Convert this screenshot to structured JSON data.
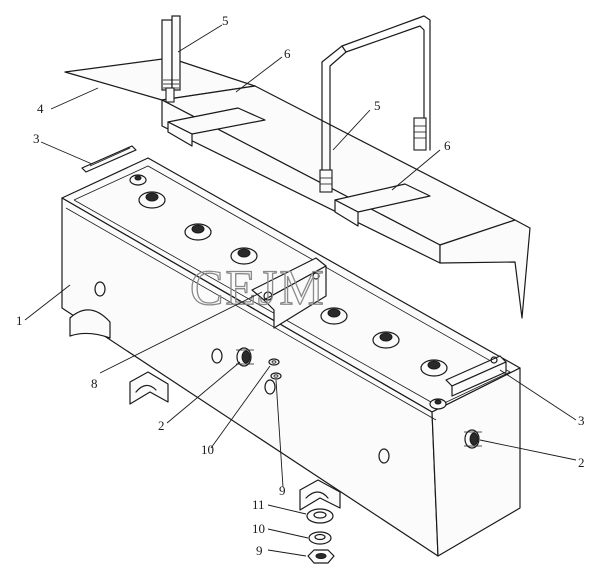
{
  "watermark": "CEJM",
  "callouts": [
    {
      "id": "c5a",
      "label": "5"
    },
    {
      "id": "c6a",
      "label": "6"
    },
    {
      "id": "c4",
      "label": "4"
    },
    {
      "id": "c5b",
      "label": "5"
    },
    {
      "id": "c3a",
      "label": "3"
    },
    {
      "id": "c6b",
      "label": "6"
    },
    {
      "id": "c1",
      "label": "1"
    },
    {
      "id": "c8",
      "label": "8"
    },
    {
      "id": "c2a",
      "label": "2"
    },
    {
      "id": "c10a",
      "label": "10"
    },
    {
      "id": "c9a",
      "label": "9"
    },
    {
      "id": "c3b",
      "label": "3"
    },
    {
      "id": "c2b",
      "label": "2"
    },
    {
      "id": "c11",
      "label": "11"
    },
    {
      "id": "c10b",
      "label": "10"
    },
    {
      "id": "c9b",
      "label": "9"
    }
  ]
}
